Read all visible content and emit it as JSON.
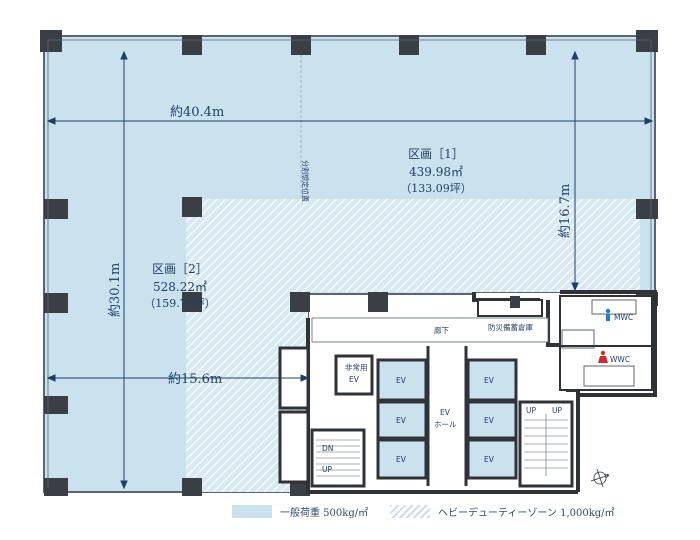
{
  "dimensions": {
    "width_top": "約40.4m",
    "height_left": "約30.1m",
    "width_mid": "約15.6m",
    "height_right": "約16.7m"
  },
  "zone1": {
    "name": "区画［1］",
    "area": "439.98㎡",
    "tsubo": "（133.09坪）"
  },
  "zone2": {
    "name": "区画［2］",
    "area": "528.22㎡",
    "tsubo": "（159.79坪）"
  },
  "partition_label": "分割想定位置",
  "core": {
    "corridor": "廊下",
    "storage": "防災備蓄倉庫",
    "ev_hall_1": "EV",
    "ev_hall_2": "ホール",
    "emergency_ev_1": "非常用",
    "emergency_ev_2": "EV",
    "ev": "EV",
    "mwc": "MWC",
    "wwc": "WWC",
    "stairs_up": "UP",
    "stairs_dn": "DN"
  },
  "legend": {
    "general_load": "一般荷重 500kg/㎡",
    "heavy_duty": "ヘビーデューティーゾーン 1,000kg/㎡"
  },
  "colors": {
    "floor": "#c9e2ee",
    "wall": "#2f3338",
    "accent": "#1f3f66",
    "mwc_icon": "#1a7fd0",
    "wwc_icon": "#d02a2a"
  }
}
